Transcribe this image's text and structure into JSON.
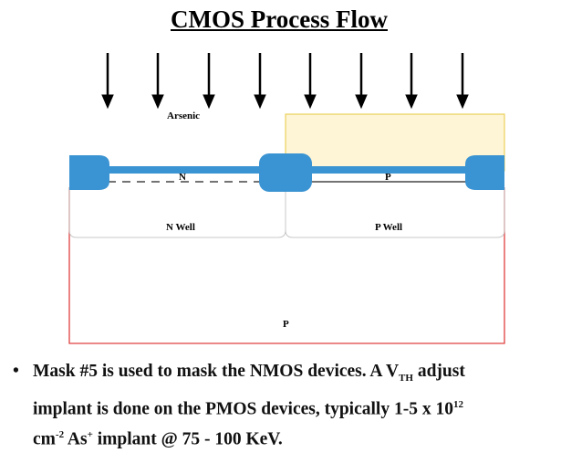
{
  "title": "CMOS Process Flow",
  "labels": {
    "implant": "Arsenic",
    "n_active": "N",
    "p_active": "P",
    "n_well": "N Well",
    "p_well": "P Well",
    "substrate": "P"
  },
  "colors": {
    "oxide_blue": "#3a93d2",
    "mask_fill": "#fdf5d6",
    "mask_border": "#e8c840",
    "substrate_border": "#e04040",
    "well_border": "#c8c8c8"
  },
  "bullet": {
    "symbol": "•",
    "part1": "Mask #5 is used to mask the NMOS devices. A V",
    "sub1": "TH",
    "part2": " adjust",
    "part3": "implant is done on the PMOS devices, typically 1-5 x 10",
    "sup1": "12",
    "part4": "cm",
    "sup2": "-2",
    "part5": " As",
    "sup3": "+",
    "part6": " implant @ 75 - 100 KeV."
  }
}
